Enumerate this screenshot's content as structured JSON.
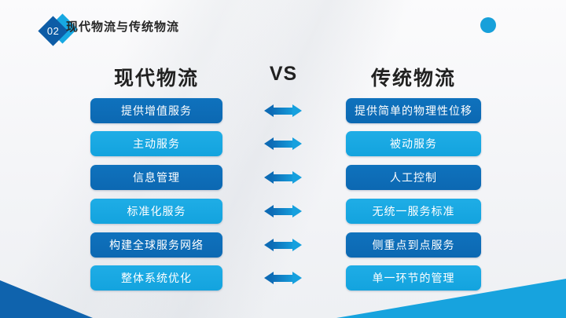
{
  "header": {
    "badge_number": "02",
    "title": "现代物流与传统物流"
  },
  "comparison": {
    "left_heading": "现代物流",
    "vs_label": "VS",
    "right_heading": "传统物流",
    "rows": [
      {
        "modern": "提供增值服务",
        "traditional": "提供简单的物理性位移"
      },
      {
        "modern": "主动服务",
        "traditional": "被动服务"
      },
      {
        "modern": "信息管理",
        "traditional": "人工控制"
      },
      {
        "modern": "标准化服务",
        "traditional": "无统一服务标准"
      },
      {
        "modern": "构建全球服务网络",
        "traditional": "侧重点到点服务"
      },
      {
        "modern": "整体系统优化",
        "traditional": "单一环节的管理"
      }
    ]
  },
  "colors": {
    "slide-bg": "#f5f6f8",
    "pill-dark": "#0c68b2",
    "pill-light": "#13a3de",
    "badge-front": "#0d5ca6",
    "badge-back": "#17a8e2",
    "accent-dot": "#17a0da",
    "arrow-start": "#0d6bb5",
    "arrow-end": "#16a0de",
    "tri-left": "#0f63ad",
    "tri-right": "#17a3de",
    "heading-text": "#212121",
    "title-text": "#262626"
  }
}
